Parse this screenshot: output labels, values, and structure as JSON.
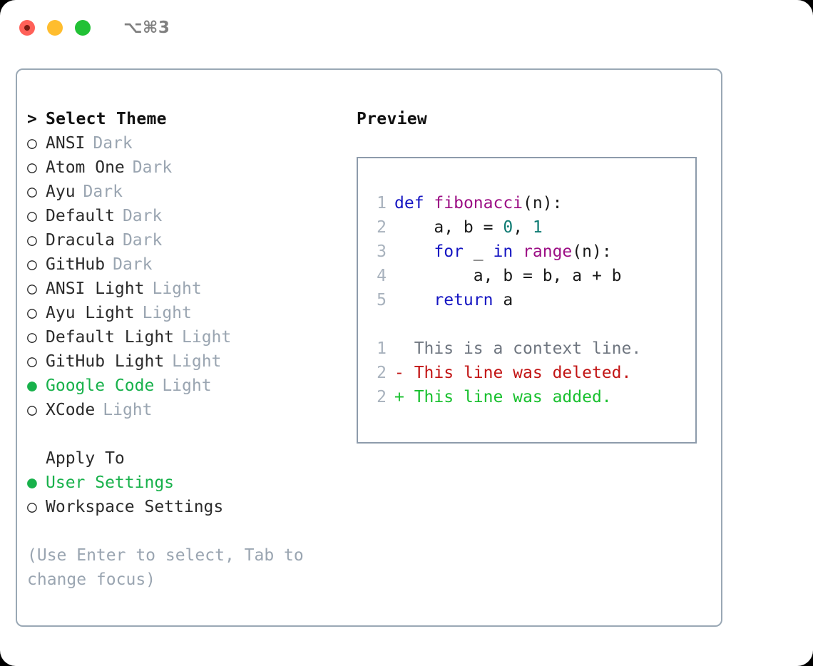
{
  "titlebar": {
    "shortcut": "⌥⌘3",
    "buttons": [
      {
        "name": "close",
        "color": "#ff6058"
      },
      {
        "name": "minimize",
        "color": "#ffbd2e"
      },
      {
        "name": "maximize",
        "color": "#21c135"
      }
    ]
  },
  "theme_list": {
    "header_marker": ">",
    "header": "Select Theme",
    "marker_selected": "●",
    "marker_unselected": "○",
    "items": [
      {
        "marker": "○",
        "name": "ANSI",
        "tag": "Dark",
        "selected": false
      },
      {
        "marker": "○",
        "name": "Atom One",
        "tag": "Dark",
        "selected": false
      },
      {
        "marker": "○",
        "name": "Ayu",
        "tag": "Dark",
        "selected": false
      },
      {
        "marker": "○",
        "name": "Default",
        "tag": "Dark",
        "selected": false
      },
      {
        "marker": "○",
        "name": "Dracula",
        "tag": "Dark",
        "selected": false
      },
      {
        "marker": "○",
        "name": "GitHub",
        "tag": "Dark",
        "selected": false
      },
      {
        "marker": "○",
        "name": "ANSI Light",
        "tag": "Light",
        "selected": false
      },
      {
        "marker": "○",
        "name": "Ayu Light",
        "tag": "Light",
        "selected": false
      },
      {
        "marker": "○",
        "name": "Default Light",
        "tag": "Light",
        "selected": false
      },
      {
        "marker": "○",
        "name": "GitHub Light",
        "tag": "Light",
        "selected": false
      },
      {
        "marker": "●",
        "name": "Google Code",
        "tag": "Light",
        "selected": true
      },
      {
        "marker": "○",
        "name": "XCode",
        "tag": "Light",
        "selected": false
      }
    ]
  },
  "apply_to": {
    "header": "Apply To",
    "items": [
      {
        "marker": "●",
        "label": "User Settings",
        "selected": true
      },
      {
        "marker": "○",
        "label": "Workspace Settings",
        "selected": false
      }
    ]
  },
  "hint": "(Use Enter to select, Tab to change focus)",
  "preview": {
    "title": "Preview",
    "code_lines": [
      {
        "num": "1",
        "tokens": [
          {
            "t": "def",
            "c": "kw"
          },
          {
            "t": " ",
            "c": "pl"
          },
          {
            "t": "fibonacci",
            "c": "fn"
          },
          {
            "t": "(n):",
            "c": "pl"
          }
        ]
      },
      {
        "num": "2",
        "tokens": [
          {
            "t": "    a, b = ",
            "c": "pl"
          },
          {
            "t": "0",
            "c": "num"
          },
          {
            "t": ", ",
            "c": "pl"
          },
          {
            "t": "1",
            "c": "num"
          }
        ]
      },
      {
        "num": "3",
        "tokens": [
          {
            "t": "    ",
            "c": "pl"
          },
          {
            "t": "for",
            "c": "kw"
          },
          {
            "t": " _ ",
            "c": "pl"
          },
          {
            "t": "in",
            "c": "kw"
          },
          {
            "t": " ",
            "c": "pl"
          },
          {
            "t": "range",
            "c": "fn"
          },
          {
            "t": "(n):",
            "c": "pl"
          }
        ]
      },
      {
        "num": "4",
        "tokens": [
          {
            "t": "        a, b = b, a + b",
            "c": "pl"
          }
        ]
      },
      {
        "num": "5",
        "tokens": [
          {
            "t": "    ",
            "c": "pl"
          },
          {
            "t": "return",
            "c": "kw"
          },
          {
            "t": " a",
            "c": "pl"
          }
        ]
      }
    ],
    "diff_lines": [
      {
        "num": "1",
        "sign": " ",
        "text": " This is a context line.",
        "kind": "d-ctx"
      },
      {
        "num": "2",
        "sign": "-",
        "text": " This line was deleted.",
        "kind": "d-del"
      },
      {
        "num": "2",
        "sign": "+",
        "text": " This line was added.",
        "kind": "d-add"
      }
    ]
  },
  "colors": {
    "accent_green": "#18b14b",
    "tag_gray": "#9aa5b1",
    "border": "#9aa8b5",
    "keyword_blue": "#1515c2",
    "function_magenta": "#9c0f85",
    "number_teal": "#0d7a72",
    "diff_delete_red": "#c21515",
    "diff_add_green": "#18c02e"
  }
}
